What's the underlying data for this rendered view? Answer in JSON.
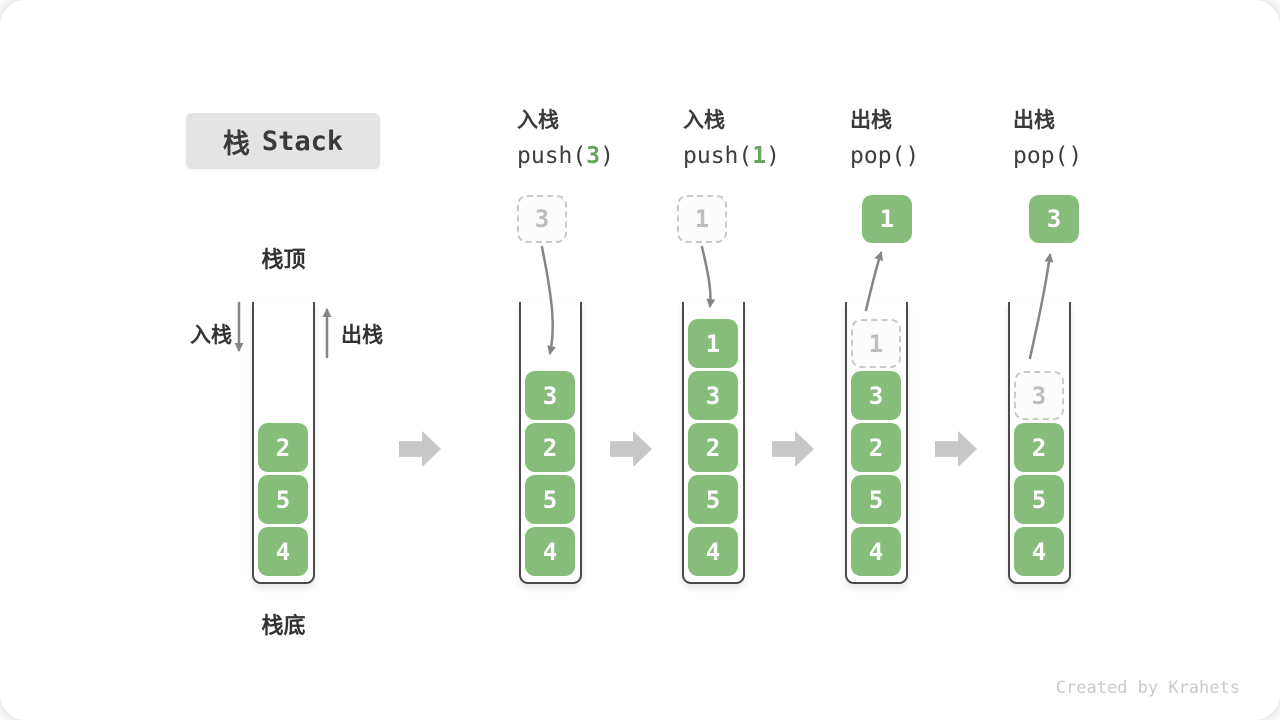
{
  "title": {
    "zh": "栈",
    "en": "Stack"
  },
  "left_labels": {
    "stack_top": "栈顶",
    "stack_bottom": "栈底",
    "push": "入栈",
    "pop": "出栈"
  },
  "operations": [
    {
      "name_zh": "入栈",
      "code_open": "push(",
      "code_arg": "3",
      "code_close": ")"
    },
    {
      "name_zh": "入栈",
      "code_open": "push(",
      "code_arg": "1",
      "code_close": ")"
    },
    {
      "name_zh": "出栈",
      "code_open": "pop(",
      "code_arg": "",
      "code_close": ")"
    },
    {
      "name_zh": "出栈",
      "code_open": "pop(",
      "code_arg": "",
      "code_close": ")"
    }
  ],
  "floating_boxes": [
    {
      "value": "3",
      "kind": "dashed"
    },
    {
      "value": "1",
      "kind": "dashed"
    },
    {
      "value": "1",
      "kind": "solid"
    },
    {
      "value": "3",
      "kind": "solid"
    }
  ],
  "stacks": [
    {
      "cells": [
        {
          "value": "2",
          "slot": 3,
          "kind": "solid"
        },
        {
          "value": "5",
          "slot": 4,
          "kind": "solid"
        },
        {
          "value": "4",
          "slot": 5,
          "kind": "solid"
        }
      ]
    },
    {
      "cells": [
        {
          "value": "3",
          "slot": 2,
          "kind": "solid"
        },
        {
          "value": "2",
          "slot": 3,
          "kind": "solid"
        },
        {
          "value": "5",
          "slot": 4,
          "kind": "solid"
        },
        {
          "value": "4",
          "slot": 5,
          "kind": "solid"
        }
      ]
    },
    {
      "cells": [
        {
          "value": "1",
          "slot": 1,
          "kind": "solid"
        },
        {
          "value": "3",
          "slot": 2,
          "kind": "solid"
        },
        {
          "value": "2",
          "slot": 3,
          "kind": "solid"
        },
        {
          "value": "5",
          "slot": 4,
          "kind": "solid"
        },
        {
          "value": "4",
          "slot": 5,
          "kind": "solid"
        }
      ]
    },
    {
      "cells": [
        {
          "value": "1",
          "slot": 1,
          "kind": "dashed"
        },
        {
          "value": "3",
          "slot": 2,
          "kind": "solid"
        },
        {
          "value": "2",
          "slot": 3,
          "kind": "solid"
        },
        {
          "value": "5",
          "slot": 4,
          "kind": "solid"
        },
        {
          "value": "4",
          "slot": 5,
          "kind": "solid"
        }
      ]
    },
    {
      "cells": [
        {
          "value": "3",
          "slot": 2,
          "kind": "dashed"
        },
        {
          "value": "2",
          "slot": 3,
          "kind": "solid"
        },
        {
          "value": "5",
          "slot": 4,
          "kind": "solid"
        },
        {
          "value": "4",
          "slot": 5,
          "kind": "solid"
        }
      ]
    }
  ],
  "footer": {
    "credit": "Created by Krahets"
  },
  "colors": {
    "green": "#87BD7B",
    "arg_green": "#67A45B",
    "dash_border": "#C9C9C9",
    "dash_text": "#BDBDBD",
    "wall": "#4A4A4A",
    "arrow_gray": "#858585",
    "block_arrow": "#C7C7C7",
    "title_bg": "#E4E4E4",
    "text_dark": "#3A3A3A",
    "footer_gray": "#C9C9C9"
  }
}
